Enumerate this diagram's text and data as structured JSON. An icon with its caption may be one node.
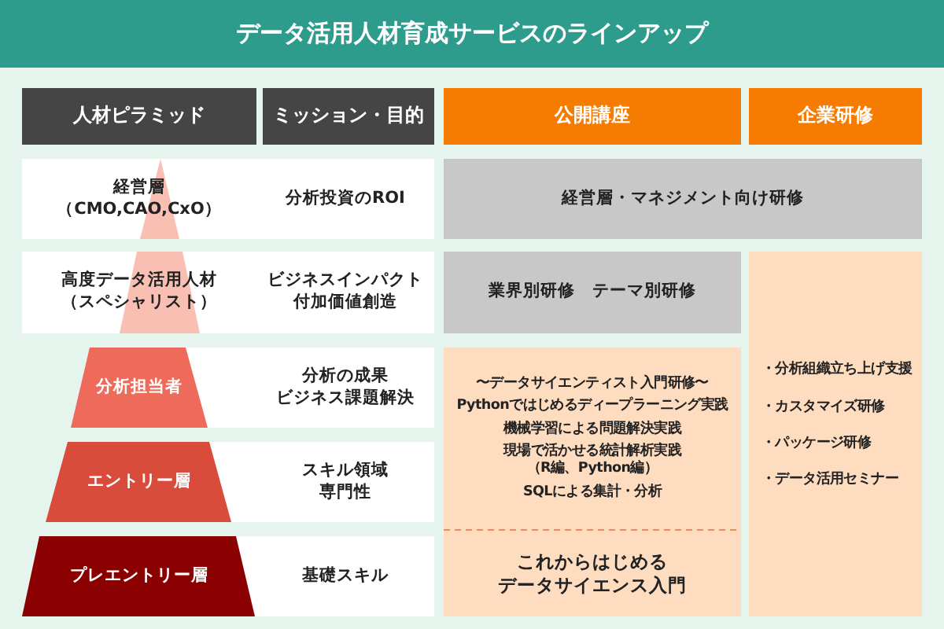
{
  "diagram": {
    "title": "データ活用人材育成サービスのラインアップ",
    "nodes": [
      {
        "text": [
          "人材ピラミッド"
        ]
      },
      {
        "text": [
          "ミッション・目的"
        ]
      },
      {
        "text": [
          "公開講座"
        ]
      },
      {
        "text": [
          "企業研修"
        ]
      },
      {
        "text": [
          "経営層（CMO,CAO,CxO）"
        ]
      },
      {
        "text": [
          "分析投資のROI"
        ]
      },
      {
        "text": [
          "経営層・マネジメント向け研修"
        ]
      },
      {
        "text": [
          "高度データ活用人材（スペシャリスト）"
        ]
      },
      {
        "text": [
          "ビジネスインパクト付加価値創造"
        ]
      },
      {
        "text": [
          "業界別研修　テーマ別研修"
        ]
      },
      {
        "text": [
          "・分析組織立ち上げ支援",
          "・カスタマイズ研修",
          "・パッケージ研修",
          "・データ活用セミナー"
        ]
      },
      {
        "text": [
          "分析担当者"
        ]
      },
      {
        "text": [
          "分析の成果ビジネス課題解決"
        ]
      },
      {
        "text": [
          "〜データサイエンティスト入門研修〜",
          "Pythonではじめるディープラーニング実践",
          "機械学習による問題解決実践",
          "現場で活かせる統計解析実践（R編、Python編）",
          "SQLによる集計・分析",
          "これからはじめるデータサイエンス入門"
        ]
      },
      {
        "text": [
          "エントリー層"
        ]
      },
      {
        "text": [
          "スキル領域専門性"
        ]
      },
      {
        "text": [
          "プレエントリー層"
        ]
      },
      {
        "text": [
          "基礎スキル"
        ]
      }
    ]
  }
}
